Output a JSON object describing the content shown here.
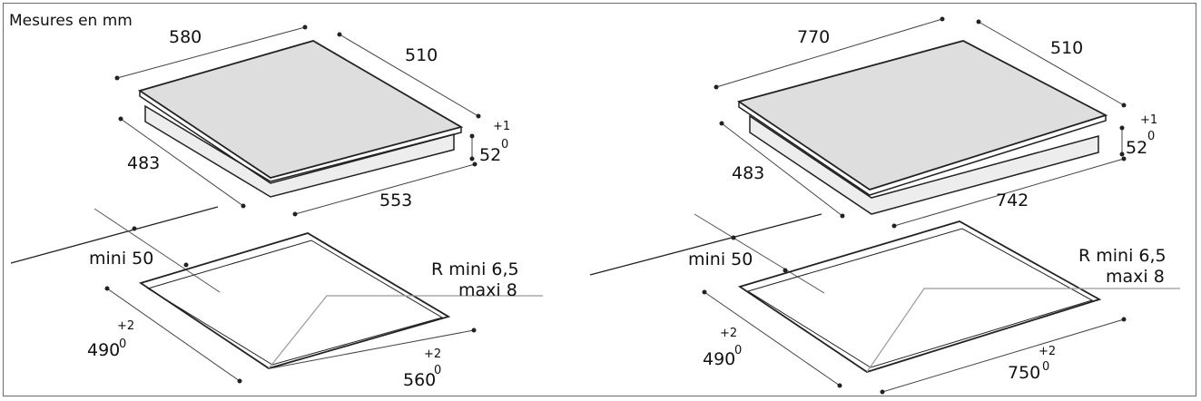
{
  "header": {
    "units_label": "Mesures en mm"
  },
  "left_hob": {
    "top_length": "580",
    "top_depth": "510",
    "body_depth": "483",
    "body_length": "553",
    "height_value": "52",
    "height_tol_upper": "+1",
    "height_tol_lower": "0",
    "cutout_min_spacing": "mini 50",
    "corner_radius_line1": "R mini 6,5",
    "corner_radius_line2": "maxi 8",
    "cutout_depth": "490",
    "cutout_depth_tol_upper": "+2",
    "cutout_depth_tol_lower": "0",
    "cutout_length": "560",
    "cutout_length_tol_upper": "+2",
    "cutout_length_tol_lower": "0"
  },
  "right_hob": {
    "top_length": "770",
    "top_depth": "510",
    "body_depth": "483",
    "body_length": "742",
    "height_value": "52",
    "height_tol_upper": "+1",
    "height_tol_lower": "0",
    "cutout_min_spacing": "mini 50",
    "corner_radius_line1": "R mini 6,5",
    "corner_radius_line2": "maxi 8",
    "cutout_depth": "490",
    "cutout_depth_tol_upper": "+2",
    "cutout_depth_tol_lower": "0",
    "cutout_length": "750",
    "cutout_length_tol_upper": "+2",
    "cutout_length_tol_lower": "0"
  },
  "colors": {
    "hob_top": "#dedede",
    "hob_side": "#ededed",
    "line": "#222222",
    "dim_line": "#444444",
    "leader": "#999999"
  }
}
